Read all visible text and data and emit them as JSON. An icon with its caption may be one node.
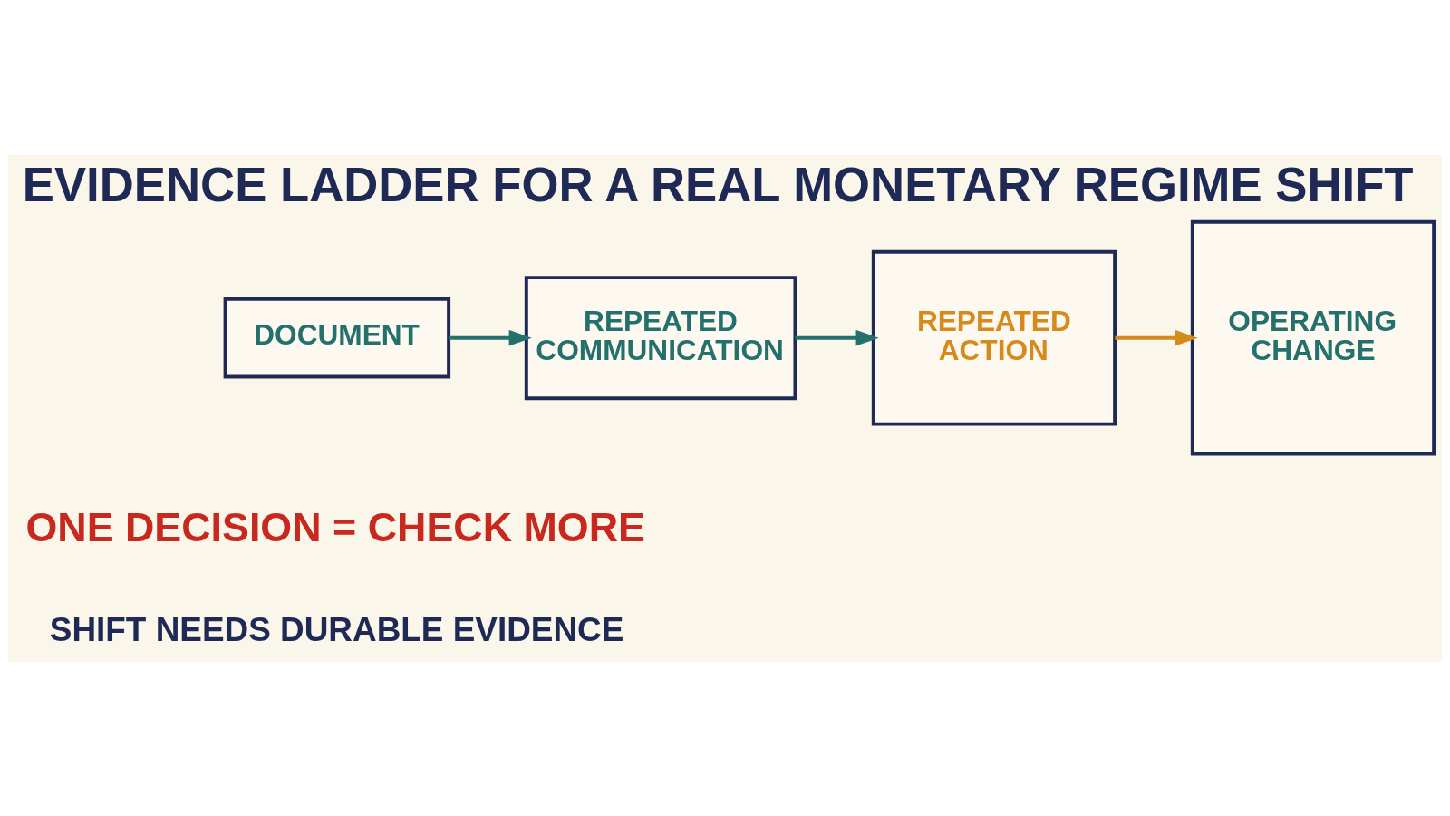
{
  "diagram": {
    "title": "EVIDENCE LADDER FOR A REAL MONETARY REGIME SHIFT",
    "nodes": [
      {
        "text": [
          "DOCUMENT"
        ]
      },
      {
        "text": [
          "REPEATED COMMUNICATION"
        ]
      },
      {
        "text": [
          "REPEATED ACTION"
        ]
      },
      {
        "text": [
          "OPERATING CHANGE"
        ]
      }
    ],
    "edges": [
      {
        "from": 0,
        "to": 1,
        "arrow": "to"
      },
      {
        "from": 1,
        "to": 2,
        "arrow": "to"
      },
      {
        "from": 2,
        "to": 3,
        "arrow": "to",
        "color": "#d68a1c"
      }
    ],
    "labels": [
      "ONE DECISION = CHECK MORE",
      "SHIFT NEEDS DURABLE EVIDENCE"
    ]
  }
}
